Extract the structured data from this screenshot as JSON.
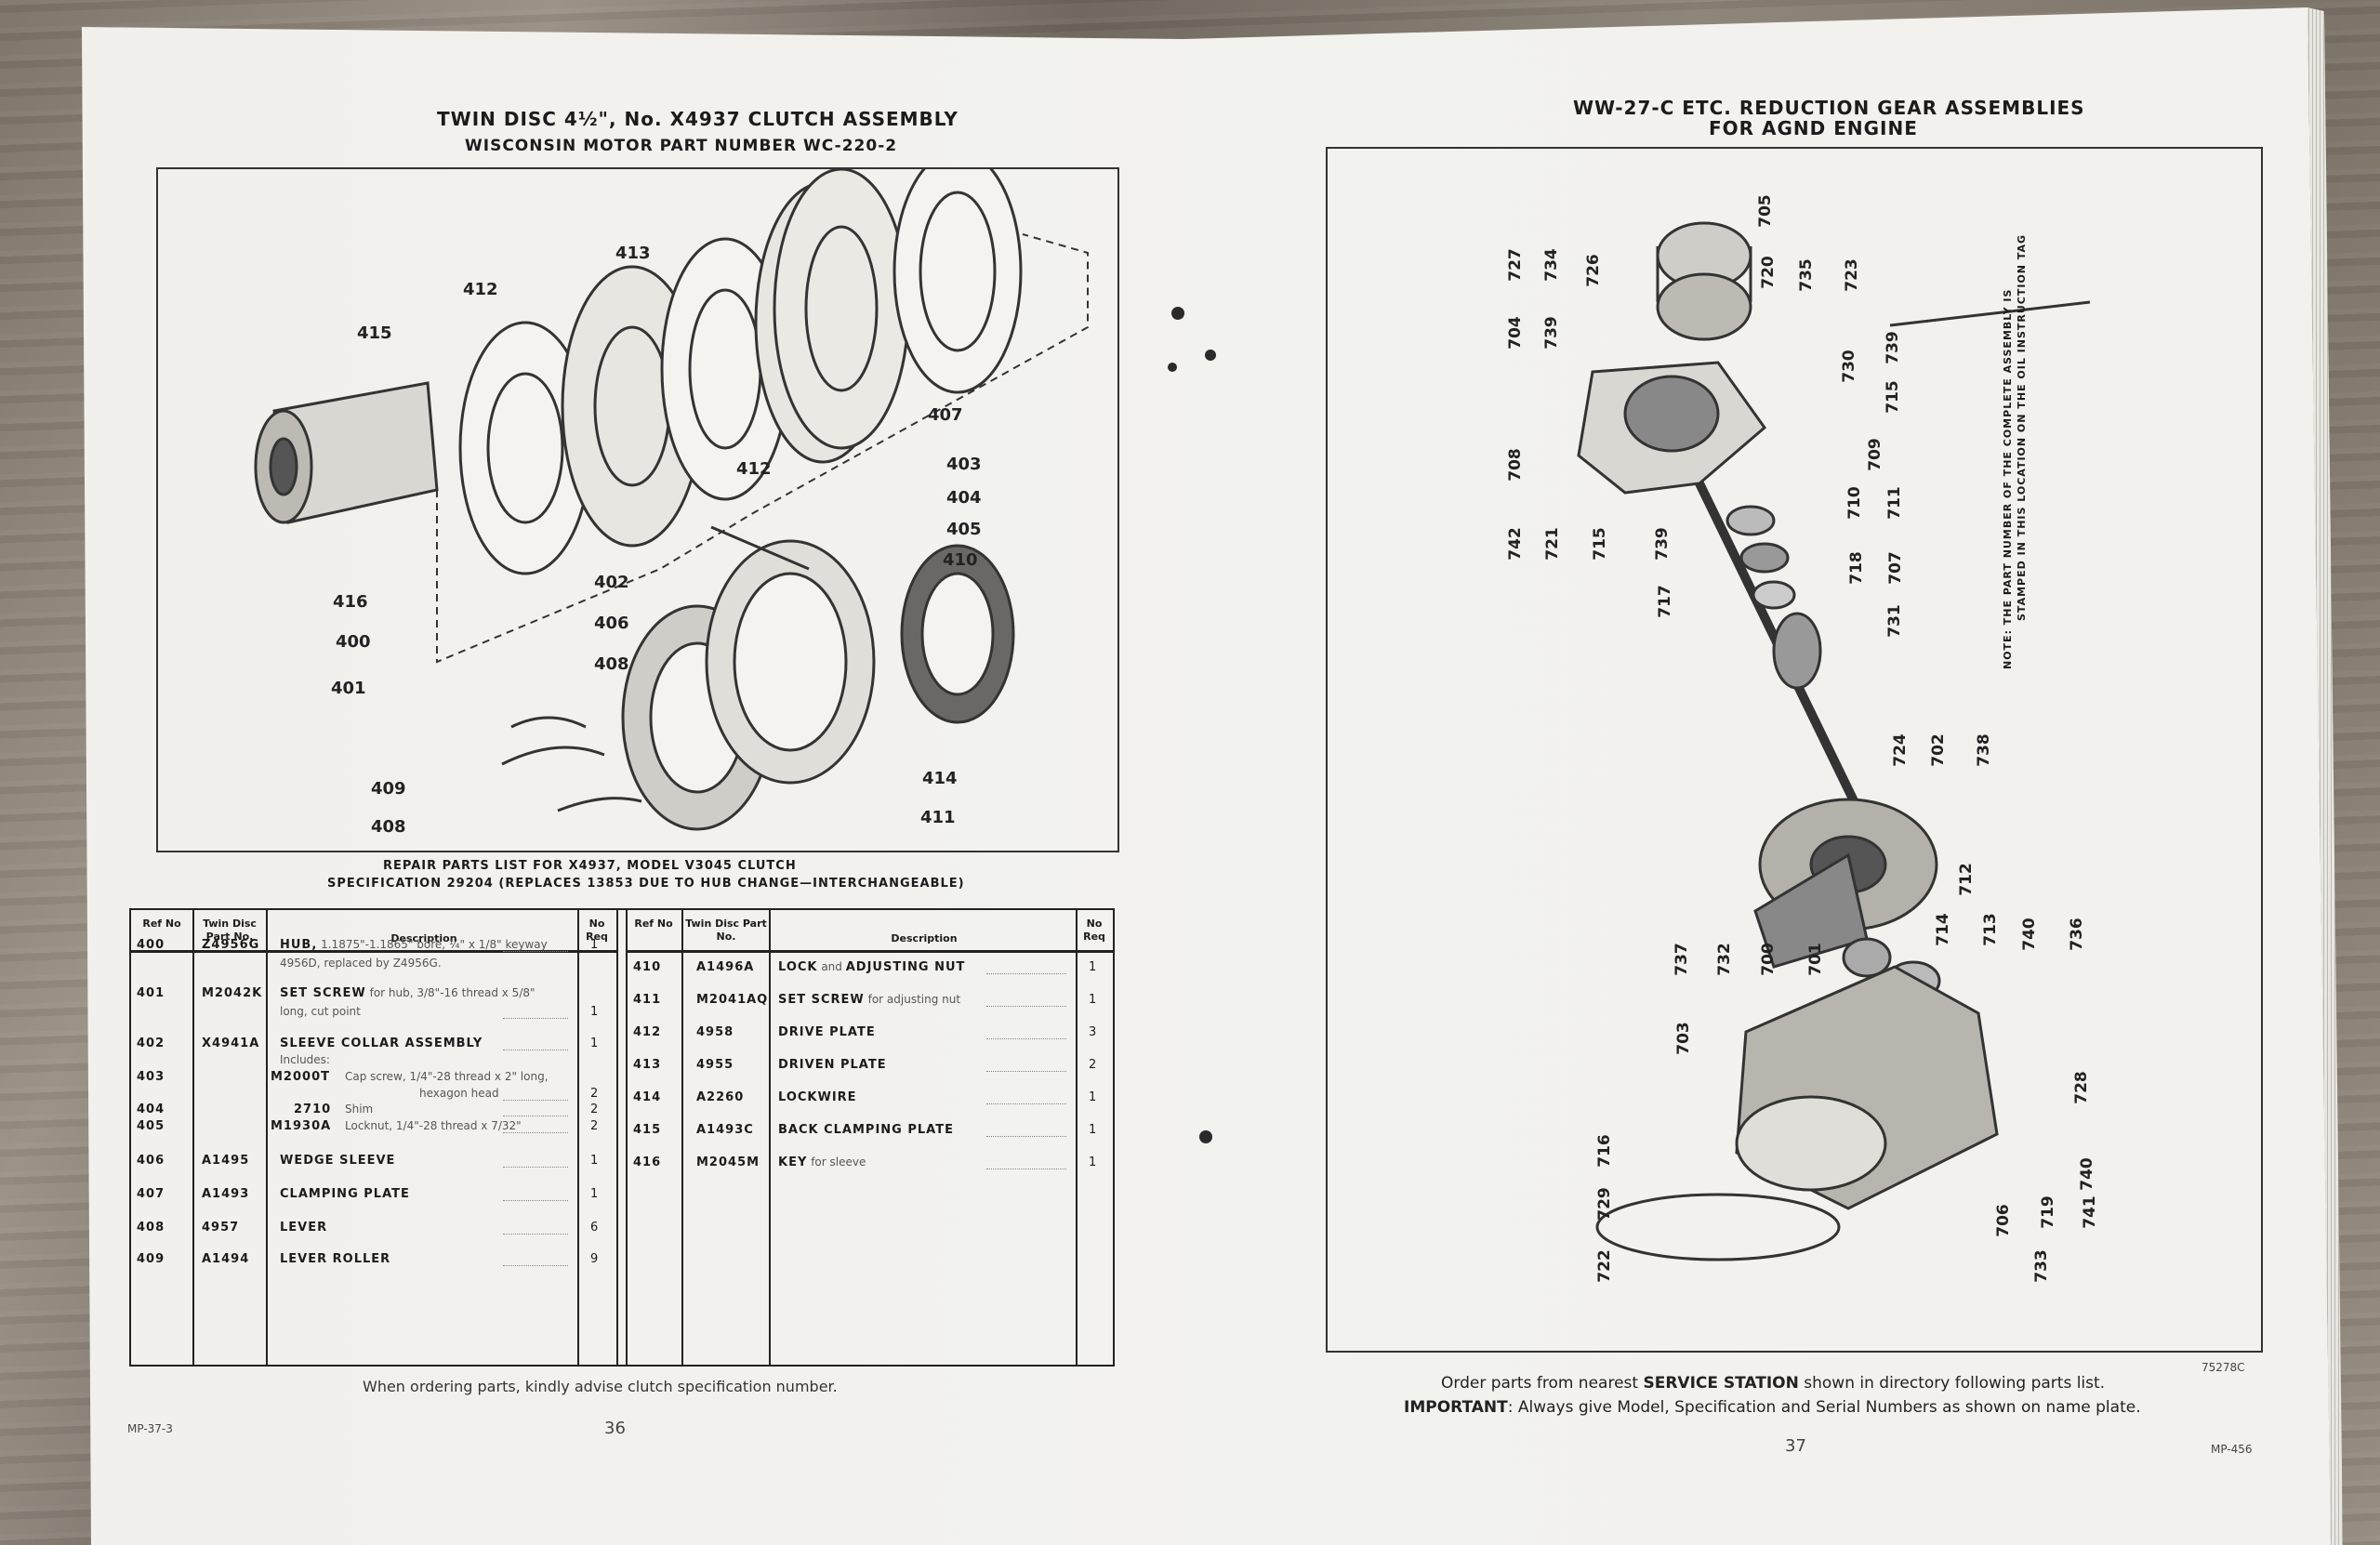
{
  "left_page": {
    "title": "TWIN DISC 4½\", No. X4937 CLUTCH ASSEMBLY",
    "subtitle": "WISCONSIN MOTOR PART NUMBER WC-220-2",
    "diagram_labels": [
      "413",
      "412",
      "415",
      "407",
      "412",
      "403",
      "404",
      "405",
      "410",
      "402",
      "406",
      "408",
      "416",
      "400",
      "401",
      "414",
      "411",
      "409",
      "408"
    ],
    "parts_title": "REPAIR PARTS LIST FOR X4937, MODEL V3045 CLUTCH",
    "parts_subtitle": "SPECIFICATION 29204 (REPLACES 13853 DUE TO HUB CHANGE—INTERCHANGEABLE)",
    "table_headers": {
      "ref": "Ref No",
      "part": "Twin Disc Part No.",
      "desc": "Description",
      "req": "No Req"
    },
    "rows_left": [
      {
        "ref": "400",
        "part": "Z4956G",
        "name": "HUB,",
        "rest": " 1.1875\"-1.1865\" bore, ¼\" x 1/8\" keyway",
        "line2": "4956D, replaced by Z4956G.",
        "req": "1"
      },
      {
        "ref": "401",
        "part": "M2042K",
        "name": "SET SCREW",
        "rest": " for hub, 3/8\"-16 thread x 5/8\"",
        "line2": "long, cut point",
        "req": "1"
      },
      {
        "ref": "402",
        "part": "X4941A",
        "name": "SLEEVE COLLAR ASSEMBLY",
        "line2": "Includes:",
        "req": "1"
      },
      {
        "ref": "403",
        "part": "M2000T",
        "name": "Cap screw, 1/4\"-28 thread x 2\" long,",
        "line2": "hexagon head",
        "req": "2"
      },
      {
        "ref": "404",
        "part": "2710",
        "name": "Shim",
        "req": "2"
      },
      {
        "ref": "405",
        "part": "M1930A",
        "name": "Locknut, 1/4\"-28 thread x 7/32\"",
        "req": "2"
      },
      {
        "ref": "406",
        "part": "A1495",
        "name": "WEDGE SLEEVE",
        "req": "1"
      },
      {
        "ref": "407",
        "part": "A1493",
        "name": "CLAMPING PLATE",
        "req": "1"
      },
      {
        "ref": "408",
        "part": "4957",
        "name": "LEVER",
        "req": "6"
      },
      {
        "ref": "409",
        "part": "A1494",
        "name": "LEVER ROLLER",
        "req": "9"
      }
    ],
    "rows_right": [
      {
        "ref": "410",
        "part": "A1496A",
        "name": "LOCK",
        "mid": " and ",
        "name2": "ADJUSTING NUT",
        "req": "1"
      },
      {
        "ref": "411",
        "part": "M2041AQ",
        "name": "SET SCREW",
        "rest": " for adjusting nut",
        "req": "1"
      },
      {
        "ref": "412",
        "part": "4958",
        "name": "DRIVE PLATE",
        "req": "3"
      },
      {
        "ref": "413",
        "part": "4955",
        "name": "DRIVEN PLATE",
        "req": "2"
      },
      {
        "ref": "414",
        "part": "A2260",
        "name": "LOCKWIRE",
        "req": "1"
      },
      {
        "ref": "415",
        "part": "A1493C",
        "name": "BACK CLAMPING PLATE",
        "req": "1"
      },
      {
        "ref": "416",
        "part": "M2045M",
        "name": "KEY",
        "rest": " for sleeve",
        "req": "1"
      }
    ],
    "footer_note": "When ordering parts, kindly advise clutch specification number.",
    "form_code": "MP-37-3",
    "page_number": "36"
  },
  "right_page": {
    "title": "WW-27-C ETC. REDUCTION GEAR ASSEMBLIES",
    "subtitle": "FOR AGND ENGINE",
    "note_line1": "NOTE:  THE PART NUMBER OF THE COMPLETE ASSEMBLY IS",
    "note_line2": "STAMPED IN THIS LOCATION ON THE OIL INSTRUCTION TAG",
    "diagram_labels": [
      "705",
      "720",
      "735",
      "723",
      "727",
      "734",
      "726",
      "704",
      "739",
      "730",
      "739",
      "715",
      "709",
      "710",
      "711",
      "708",
      "742",
      "721",
      "715",
      "739",
      "718",
      "707",
      "717",
      "731",
      "724",
      "702",
      "738",
      "737",
      "732",
      "700",
      "701",
      "714",
      "713",
      "712",
      "740",
      "736",
      "703",
      "728",
      "716",
      "729",
      "740",
      "741",
      "719",
      "706",
      "722",
      "733"
    ],
    "drawing_code": "75278C",
    "order_prefix": "Order parts from nearest ",
    "order_bold": "SERVICE STATION",
    "order_suffix": " shown in directory following parts list.",
    "important_label": "IMPORTANT",
    "important_text": ": Always give Model, Specification and Serial Numbers as shown on name plate.",
    "page_number": "37",
    "form_code": "MP-456"
  }
}
